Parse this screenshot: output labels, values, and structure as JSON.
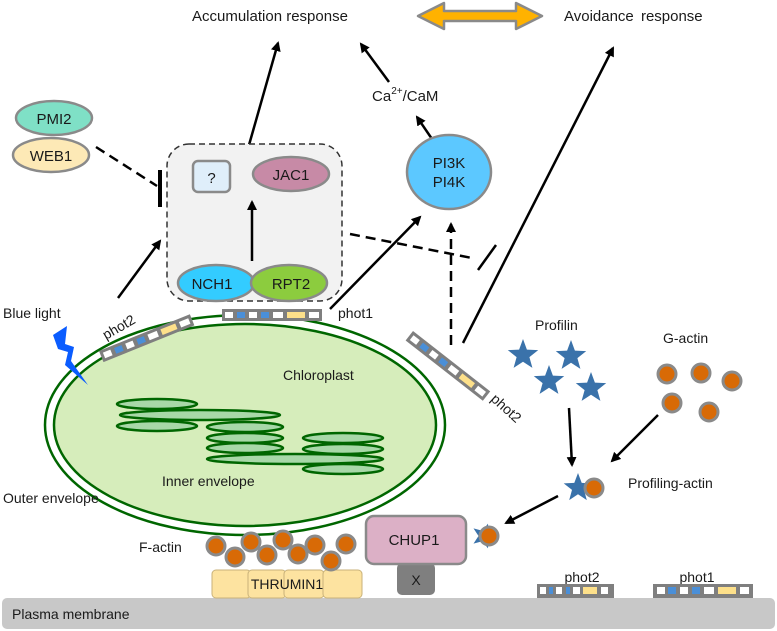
{
  "title": "Chloroplast photorelocation signaling model",
  "responses": {
    "accumulation": "Accumulation response",
    "avoidance": "Avoidance response",
    "bidirectional_arrow_color": "#ffb200"
  },
  "second_messenger": {
    "base": "Ca",
    "superscript": "2+",
    "suffix": "/CaM"
  },
  "regulators": {
    "pmi2": "PMI2",
    "web1": "WEB1"
  },
  "complex": {
    "unknown": "?",
    "jac1": "JAC1",
    "nch1": "NCH1",
    "rpt2": "RPT2"
  },
  "kinases": {
    "line1": "PI3K",
    "line2": "PI4K"
  },
  "photoreceptors": {
    "phot1_chloroplast": "phot1",
    "phot2_left": "phot2",
    "phot2_right": "phot2",
    "phot2_membrane": "phot2",
    "phot1_membrane": "phot1"
  },
  "light": {
    "label": "Blue light"
  },
  "chloroplast": {
    "label": "Chloroplast",
    "inner_envelope": "Inner envelope",
    "outer_envelope": "Outer envelope"
  },
  "actin": {
    "profilin": "Profilin",
    "g_actin": "G-actin",
    "profilin_actin": "Profiling-actin",
    "f_actin": "F-actin",
    "thrumin": "THRUMIN1",
    "chup1": "CHUP1",
    "x": "X"
  },
  "membrane": {
    "label": "Plasma membrane"
  },
  "colors": {
    "pmi2": "#7fe0c6",
    "web1": "#fde9b6",
    "jac1": "#c78aa6",
    "unknown": "#dfeefa",
    "nch1": "#33ccff",
    "rpt2": "#8ccc3e",
    "kinase": "#5cc8ff",
    "chloroplast_fill": "#d6edbb",
    "chloroplast_stroke": "#006600",
    "grana_fill": "#a8d8a8",
    "profilin": "#3a72aa",
    "actin": "#d86a06",
    "actin_ring": "#8a8a8a",
    "chup1": "#dcb0c6",
    "thrumin": "#fde3a0",
    "x": "#7f7f7f",
    "membrane": "#c8c8c8",
    "blue_light": "#0a5cff",
    "domain_blue": "#4a8fd8",
    "domain_yellow": "#fde08a"
  }
}
